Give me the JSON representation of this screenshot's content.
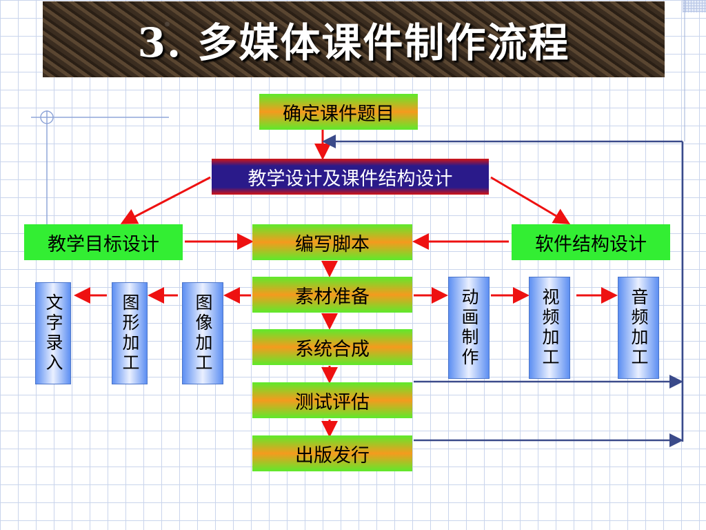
{
  "title": "3. 多媒体课件制作流程",
  "nodes": {
    "topic": "确定课件题目",
    "design": "教学设计及课件结构设计",
    "goal": "教学目标设计",
    "script": "编写脚本",
    "structure": "软件结构设计",
    "material": "素材准备",
    "system": "系统合成",
    "test": "测试评估",
    "publish": "出版发行",
    "text_input": "文字录入",
    "graphics": "图形加工",
    "image": "图像加工",
    "animation": "动画制作",
    "video": "视频加工",
    "audio": "音频加工"
  },
  "colors": {
    "arrow_red": "#ee1111",
    "feedback_line": "#3a4a8a",
    "node_green": "#33ee33",
    "node_purple": "#2a1a8a"
  }
}
